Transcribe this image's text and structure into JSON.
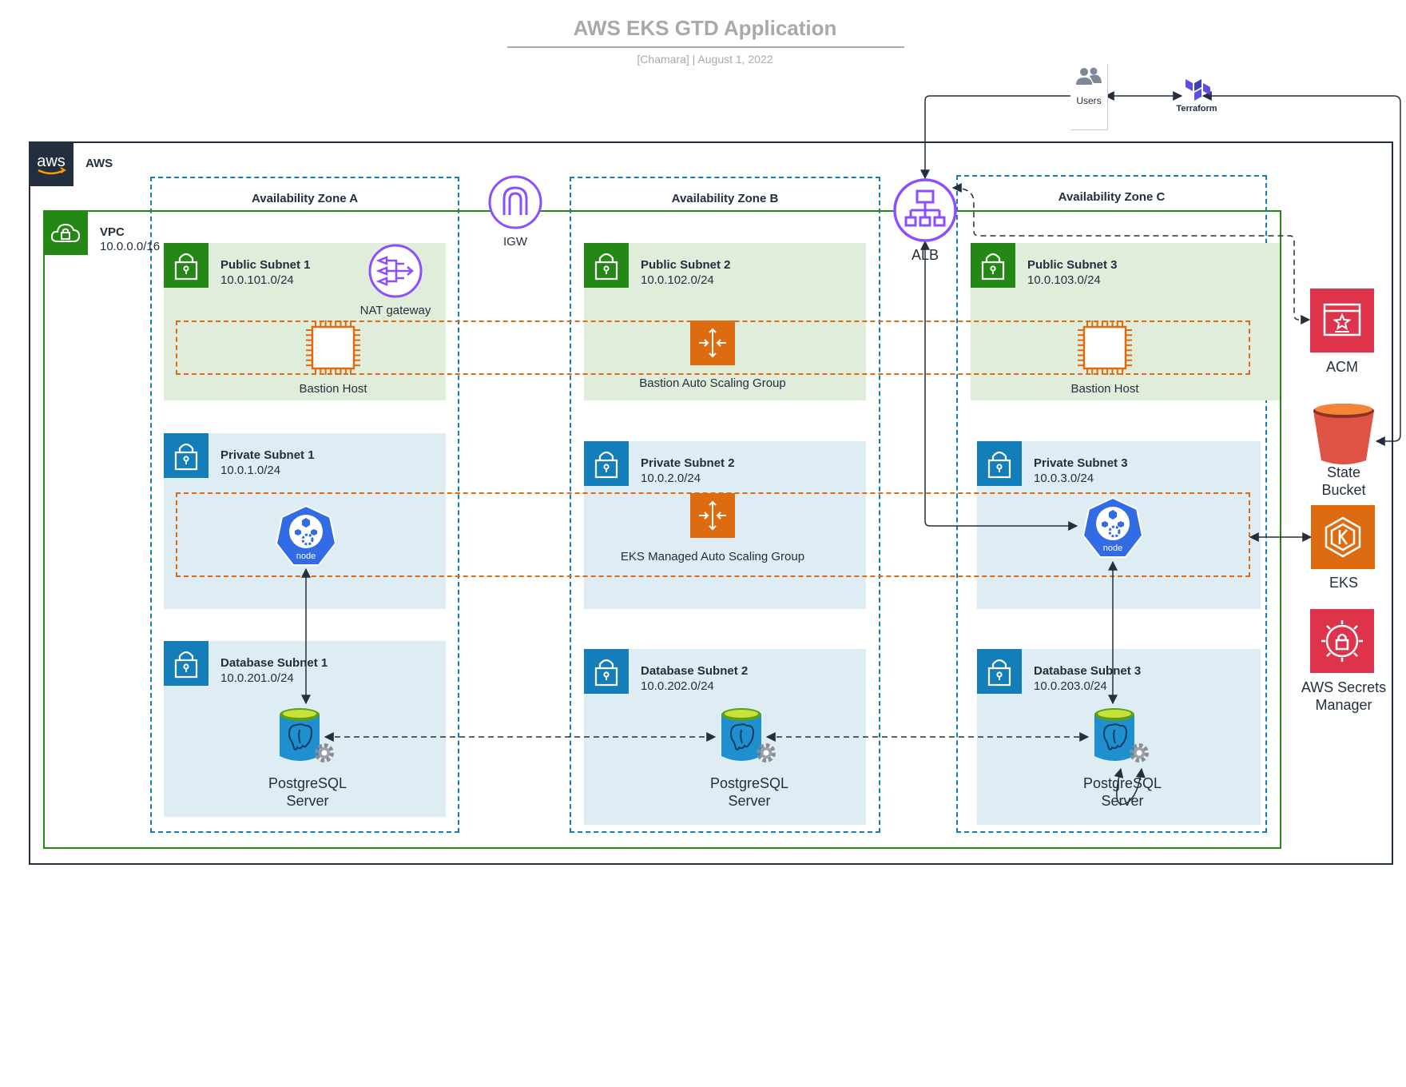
{
  "header": {
    "title": "AWS EKS GTD Application",
    "subtitle": "[Chamara]  |  August 1, 2022"
  },
  "groups": {
    "aws": "AWS",
    "vpc_title": "VPC",
    "vpc_cidr": "10.0.0.0/16",
    "az_a": "Availability Zone A",
    "az_b": "Availability Zone B",
    "az_c": "Availability Zone C"
  },
  "subnets": {
    "public": [
      {
        "name": "Public Subnet 1",
        "cidr": "10.0.101.0/24"
      },
      {
        "name": "Public Subnet 2",
        "cidr": "10.0.102.0/24"
      },
      {
        "name": "Public Subnet 3",
        "cidr": "10.0.103.0/24"
      }
    ],
    "private": [
      {
        "name": "Private Subnet 1",
        "cidr": "10.0.1.0/24"
      },
      {
        "name": "Private Subnet 2",
        "cidr": "10.0.2.0/24"
      },
      {
        "name": "Private Subnet 3",
        "cidr": "10.0.3.0/24"
      }
    ],
    "database": [
      {
        "name": "Database Subnet 1",
        "cidr": "10.0.201.0/24"
      },
      {
        "name": "Database Subnet 2",
        "cidr": "10.0.202.0/24"
      },
      {
        "name": "Database Subnet 3",
        "cidr": "10.0.203.0/24"
      }
    ]
  },
  "nodes": {
    "igw": "IGW",
    "alb": "ALB",
    "nat": "NAT gateway",
    "bastion_a": "Bastion Host",
    "bastion_c": "Bastion Host",
    "bastion_asg": "Bastion Auto Scaling Group",
    "eks_asg": "EKS Managed Auto Scaling Group",
    "k8s_node_a": "node",
    "k8s_node_c": "node",
    "postgres_a": [
      "PostgreSQL",
      "Server"
    ],
    "postgres_b": [
      "PostgreSQL",
      "Server"
    ],
    "postgres_c": [
      "PostgreSQL",
      "Server"
    ],
    "users": "Users",
    "terraform": "Terraform",
    "acm": "ACM",
    "state_bucket": [
      "State",
      "Bucket"
    ],
    "eks": "EKS",
    "secrets_manager": [
      "AWS Secrets",
      "Manager"
    ]
  },
  "colors": {
    "aws_navy": "#232f3e",
    "vpc_green": "#248814",
    "az_blue": "#147eba",
    "asg_orange": "#dd6b10",
    "public_fill": "#e1eddb",
    "private_fill": "#deecf4",
    "network_purple": "#8c4fff",
    "security_red": "#dd344c",
    "k8s_blue": "#326ce5",
    "title_gray": "#a7a9ac"
  }
}
